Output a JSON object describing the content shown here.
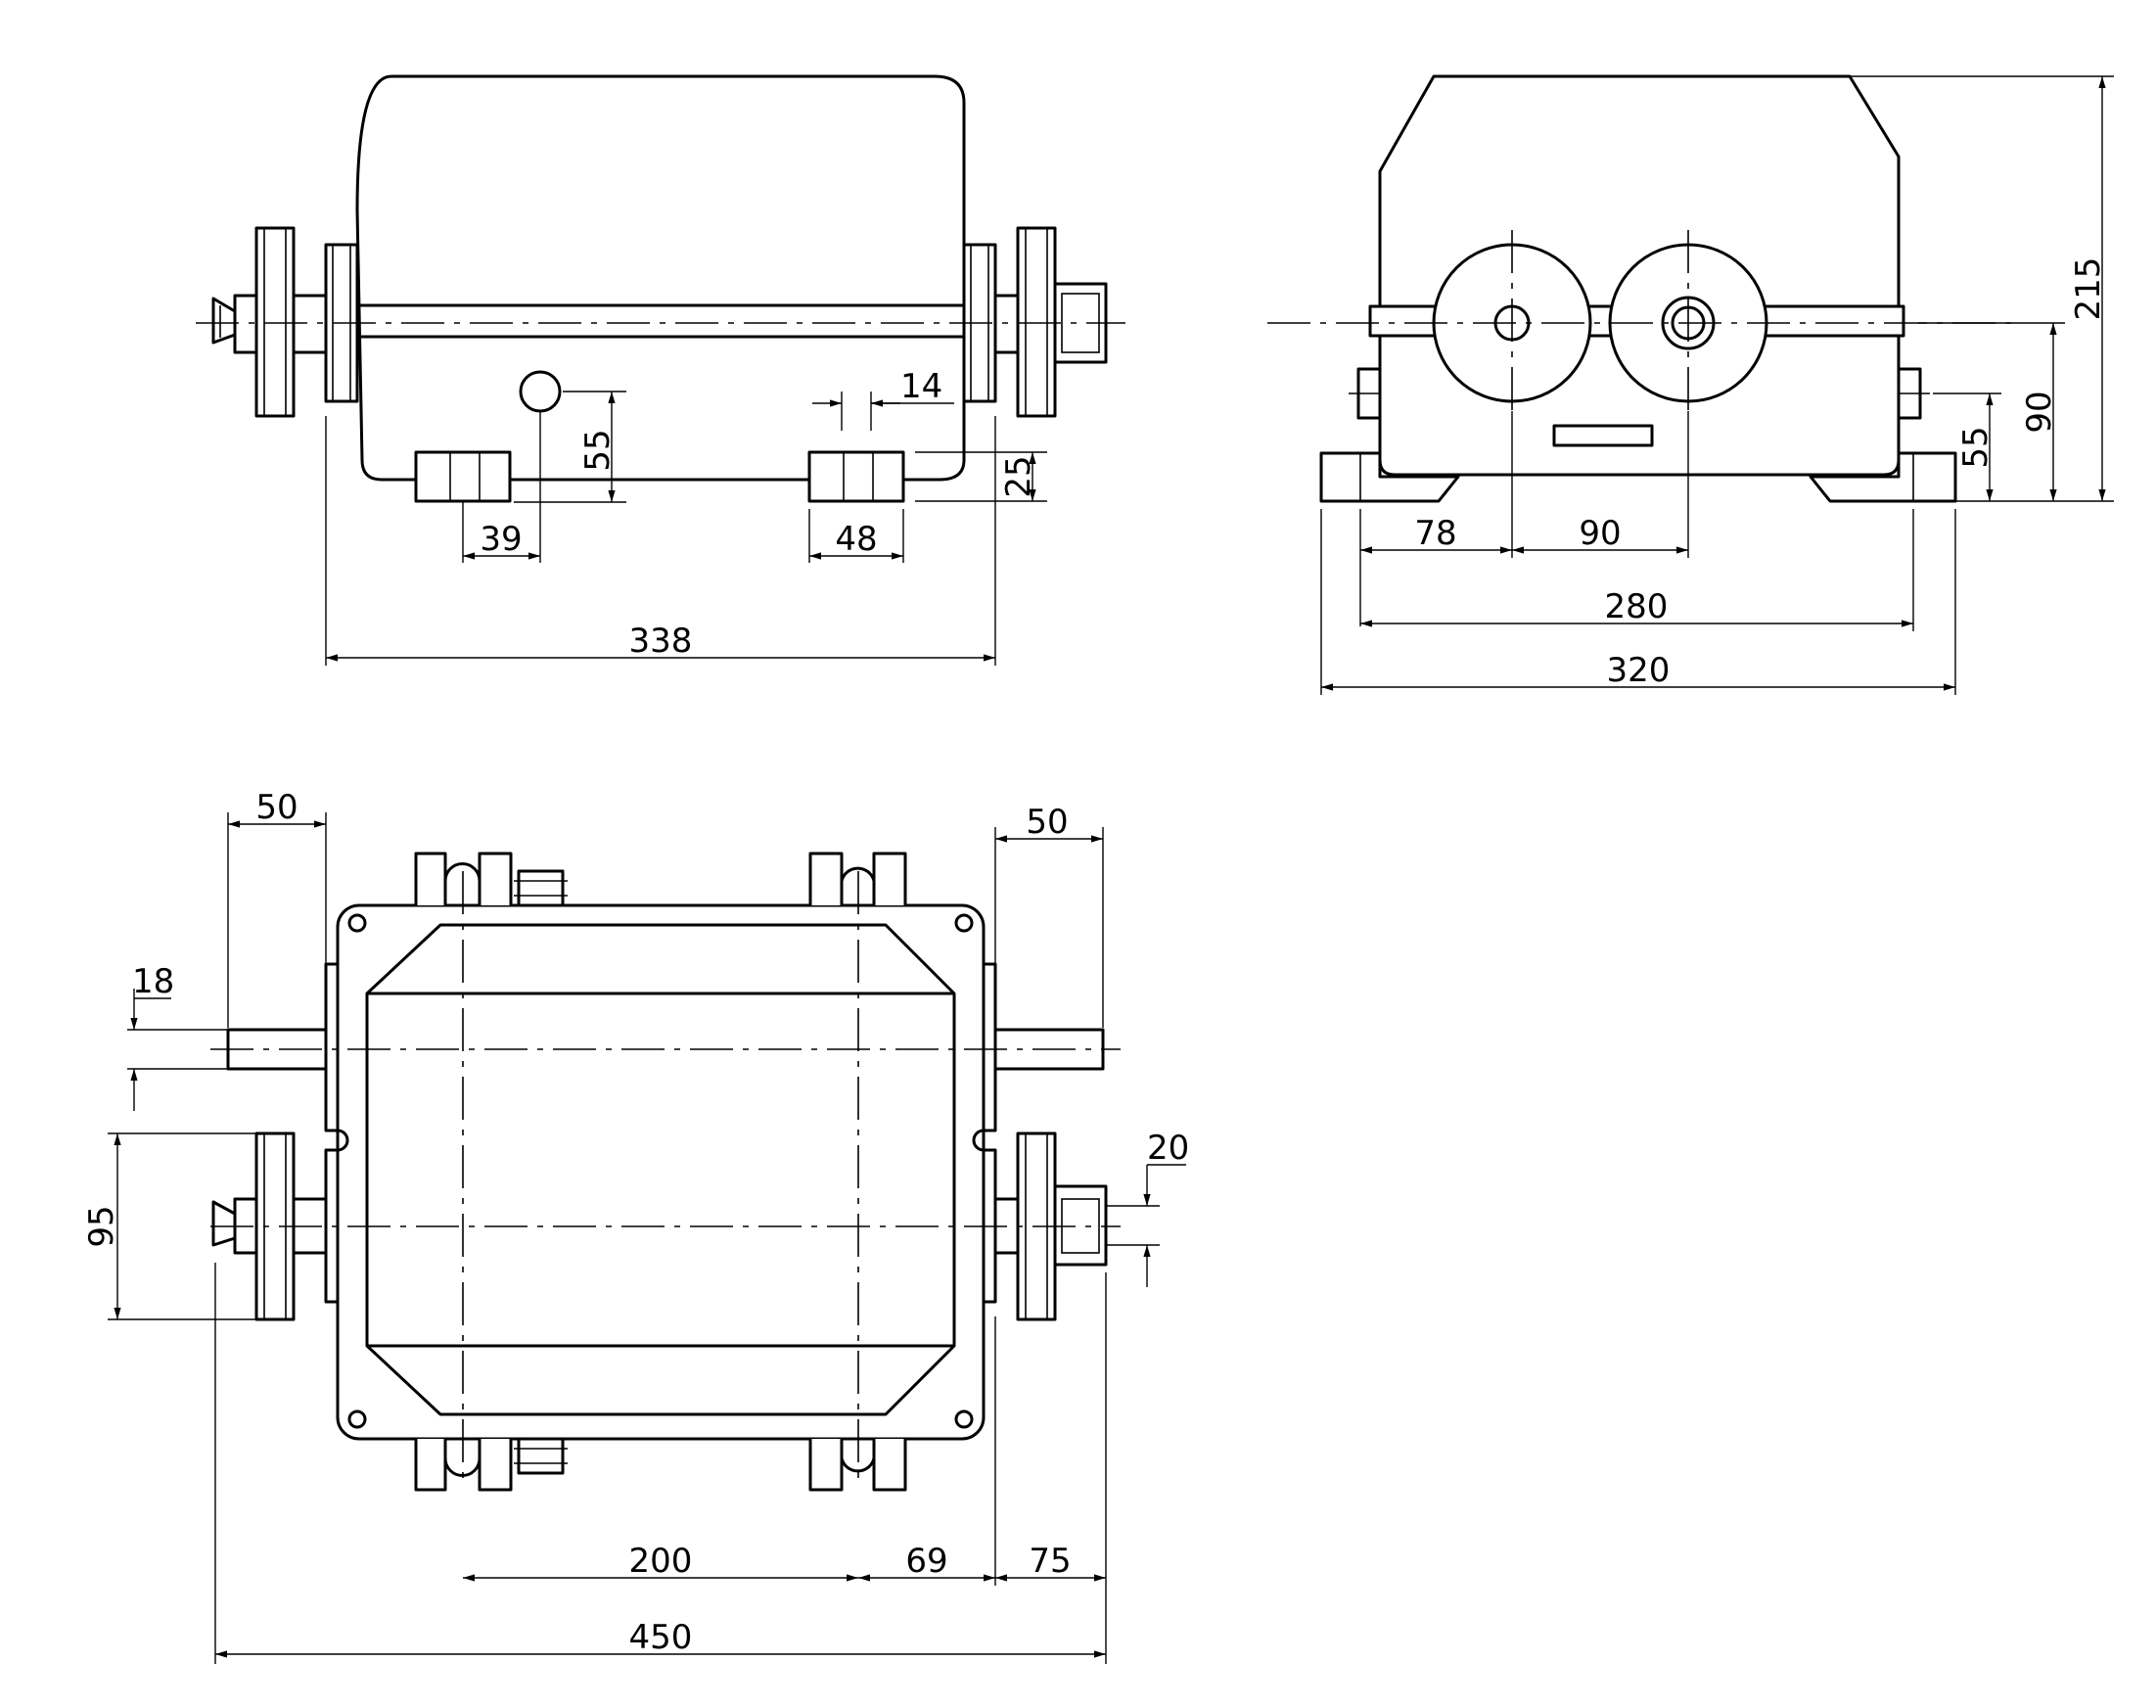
{
  "drawing": {
    "colors": {
      "line": "#000000",
      "background": "#ffffff"
    },
    "views": {
      "front": {
        "dims": {
          "d14": "14",
          "d55": "55",
          "d25": "25",
          "d39": "39",
          "d48": "48",
          "d338": "338"
        }
      },
      "side": {
        "dims": {
          "d215": "215",
          "d90v": "90",
          "d55": "55",
          "d78": "78",
          "d90h": "90",
          "d280": "280",
          "d320": "320"
        }
      },
      "plan": {
        "dims": {
          "d50l": "50",
          "d50r": "50",
          "d18": "18",
          "d95": "95",
          "d20": "20",
          "d200": "200",
          "d69": "69",
          "d75": "75",
          "d450": "450"
        }
      }
    }
  }
}
